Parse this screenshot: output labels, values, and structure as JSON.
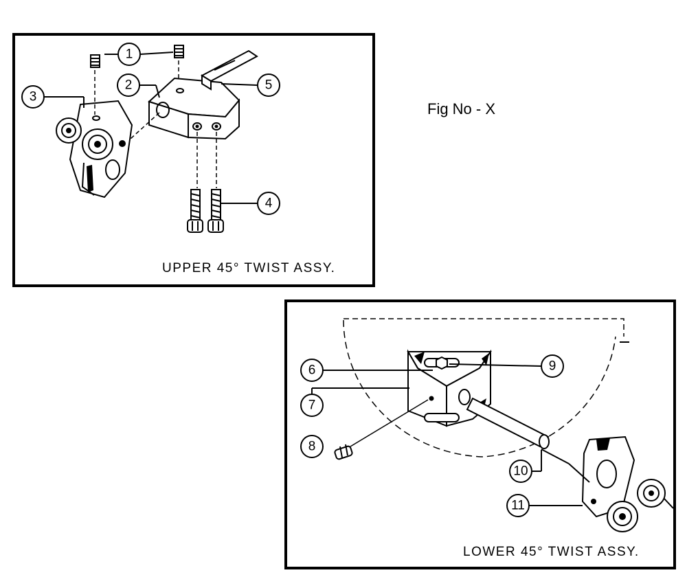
{
  "figure": {
    "label": "Fig No - X"
  },
  "upper": {
    "caption": "UPPER 45° TWIST ASSY.",
    "callouts": [
      "1",
      "2",
      "3",
      "4",
      "5"
    ]
  },
  "lower": {
    "caption": "LOWER 45° TWIST ASSY.",
    "callouts": [
      "6",
      "7",
      "8",
      "9",
      "10",
      "11"
    ]
  }
}
